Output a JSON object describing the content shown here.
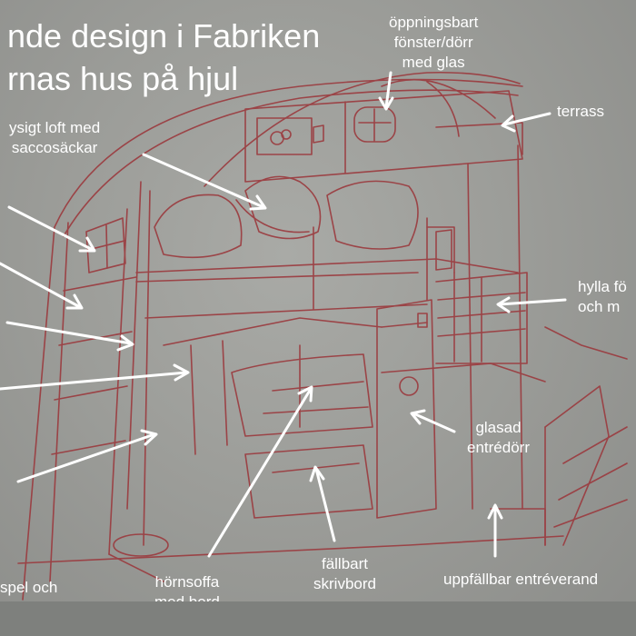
{
  "title": {
    "line1": "nde design i Fabriken",
    "line2": "rnas hus på hjul"
  },
  "labels": {
    "window": "öppningsbart\nfönster/dörr\nmed glas",
    "terrace": "terrass",
    "loft": "ysigt loft med\nsaccosäckar",
    "shelf": "hylla fö\noch m",
    "entry_door": "glasad\nentrédörr",
    "corner_sofa": "hörnsoffa\nmed bord",
    "desk": "fällbart\nskrivbord",
    "veranda": "uppfällbar entréverand",
    "games": "spel och\nler nere"
  },
  "colors": {
    "sketch_line": "#9b3a3e",
    "text": "#ffffff",
    "background": "#9c9d99"
  }
}
